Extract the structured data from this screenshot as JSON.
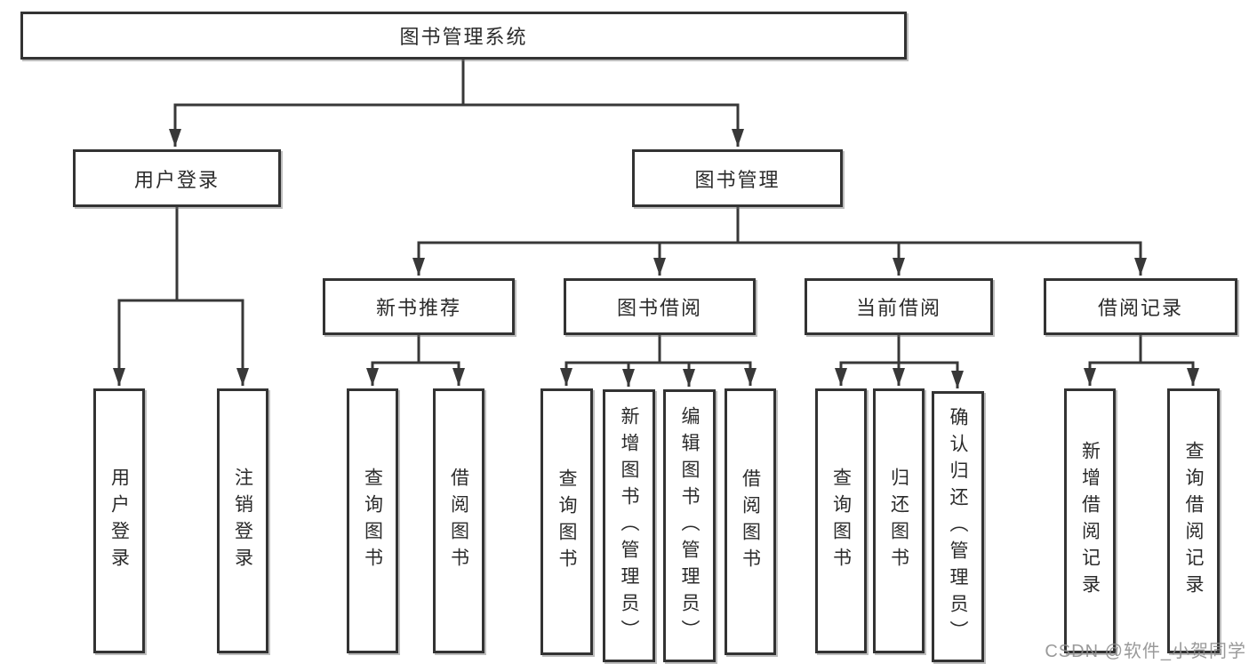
{
  "nodes": {
    "root": "图书管理系统",
    "user_login_group": "用户登录",
    "book_management_group": "图书管理",
    "new_book_recommend": "新书推荐",
    "book_borrowing": "图书借阅",
    "current_borrowing": "当前借阅",
    "borrowing_records": "借阅记录",
    "leaf_user_login": "用户登录",
    "leaf_logout": "注销登录",
    "leaf_recommend_query_books": "查询图书",
    "leaf_recommend_borrow_books": "借阅图书",
    "leaf_borrowing_query_books": "查询图书",
    "leaf_borrowing_add_books": "新增图书（管理员）",
    "leaf_borrowing_edit_books": "编辑图书（管理员）",
    "leaf_borrowing_borrow_books": "借阅图书",
    "leaf_current_query_books": "查询图书",
    "leaf_current_return_books": "归还图书",
    "leaf_current_confirm_return": "确认归还（管理员）",
    "leaf_records_add_record": "新增借阅记录",
    "leaf_records_query_record": "查询借阅记录"
  },
  "watermark": {
    "text": "CSDN @软件_小贺同学"
  },
  "colors": {
    "line": "#383838",
    "box_border": "#333333",
    "box_background": "#ffffff",
    "text": "#2b2b2b",
    "watermark": "#8c8c8c"
  }
}
